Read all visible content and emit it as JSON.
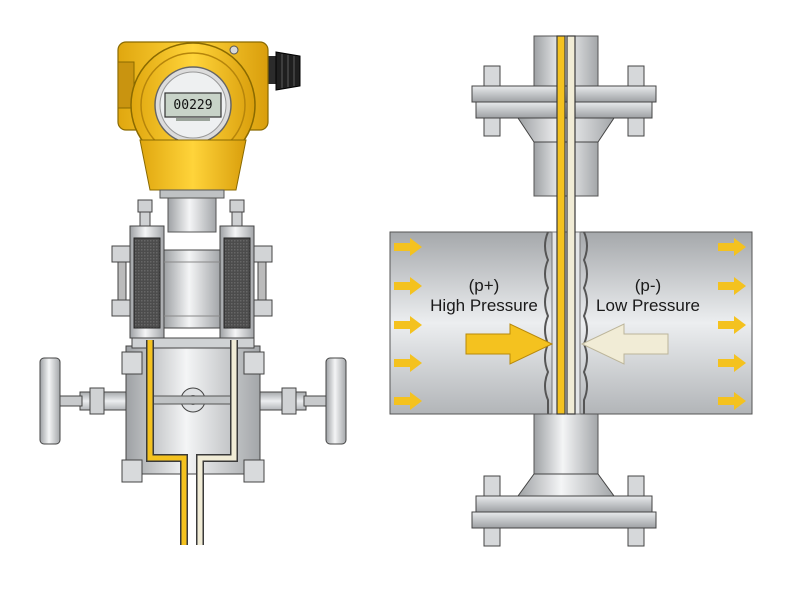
{
  "display": {
    "reading": "00229"
  },
  "labels": {
    "high_sign": "(p+)",
    "high_text": "High Pressure",
    "low_sign": "(p-)",
    "low_text": "Low Pressure"
  },
  "colors": {
    "yellow": "#f4c21f",
    "pipe_gray": "#c8cacc",
    "dark_gray": "#4a4a4a",
    "cream": "#f1ecd6",
    "outline": "#3a3a3a"
  },
  "icons": {
    "flow_arrow": "arrow-right-icon",
    "high_arrow": "arrow-right-icon",
    "low_arrow": "arrow-left-icon"
  }
}
